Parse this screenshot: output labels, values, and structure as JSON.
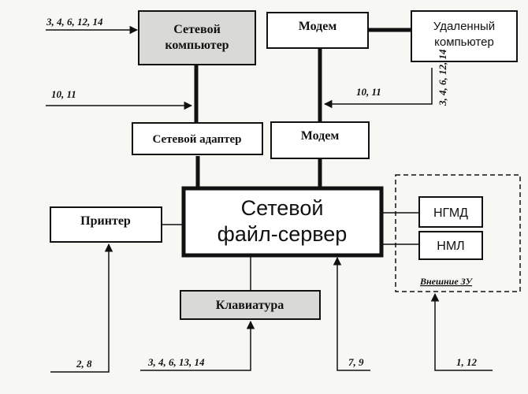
{
  "diagram": {
    "nodes": {
      "network_computer": {
        "lines": [
          "Сетевой",
          "компьютер"
        ]
      },
      "modem_top": {
        "label": "Модем"
      },
      "remote_computer": {
        "lines": [
          "Удаленный",
          "компьютер"
        ]
      },
      "network_adapter": {
        "label": "Сетевой адаптер"
      },
      "modem_bottom": {
        "label": "Модем"
      },
      "file_server": {
        "lines": [
          "Сетевой",
          "файл-сервер"
        ]
      },
      "printer": {
        "label": "Принтер"
      },
      "ngmd": {
        "label": "НГМД"
      },
      "nml": {
        "label": "НМЛ"
      },
      "external_storage": {
        "label": "Внешние ЗУ"
      },
      "keyboard": {
        "label": "Клавиатура"
      }
    },
    "refs": {
      "network_computer": "3, 4, 6, 12, 14",
      "network_adapter": "10, 11",
      "modem_bottom": "10, 11",
      "remote_computer": "3, 4, 6, 12, 14",
      "printer": "2, 8",
      "keyboard": "3, 4, 6, 13, 14",
      "file_server": "7, 9",
      "external_storage": "1, 12"
    },
    "colors": {
      "line": "#111111",
      "shaded_fill": "#d9d9d6",
      "plain_fill": "#ffffff",
      "background": "#f7f7f4"
    }
  }
}
